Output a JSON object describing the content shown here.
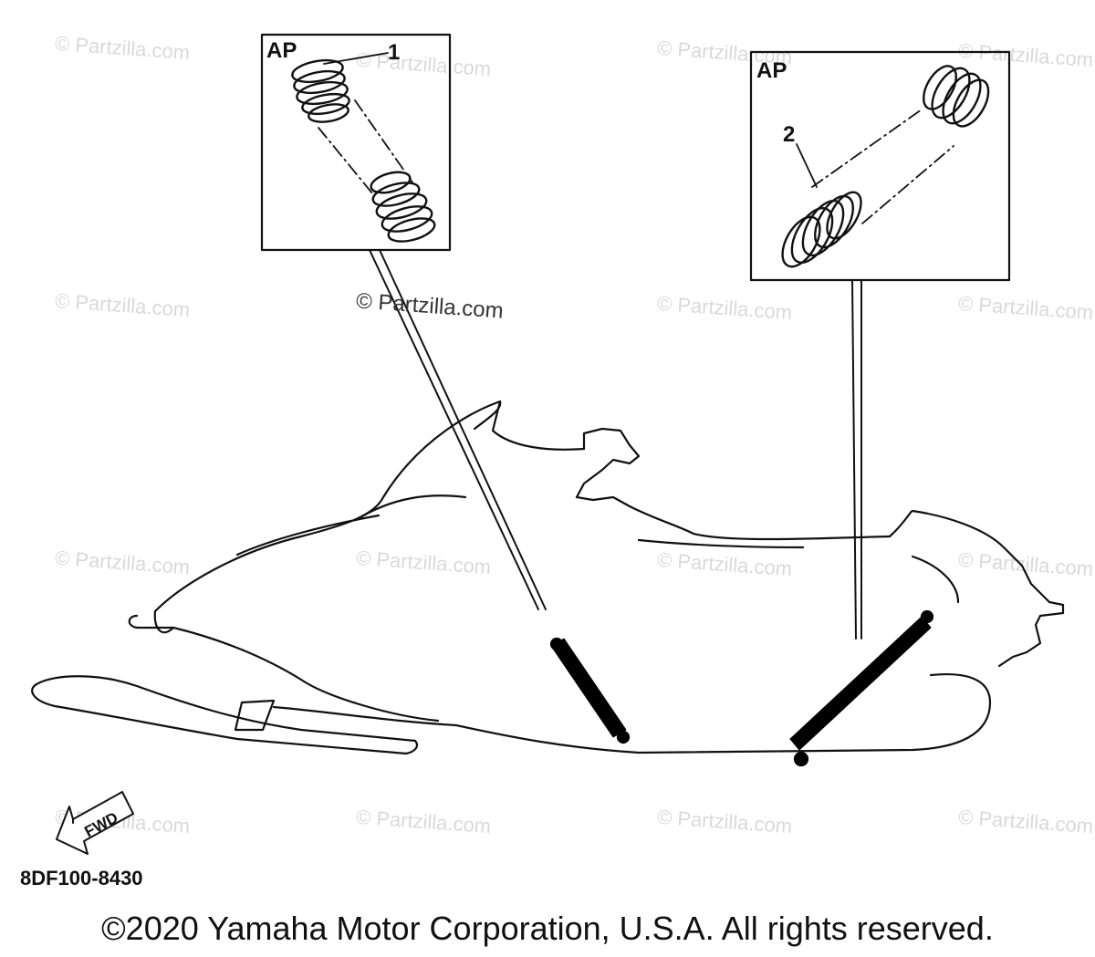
{
  "callouts": {
    "left": {
      "label": "AP",
      "ref": "1"
    },
    "right": {
      "label": "AP",
      "ref": "2"
    }
  },
  "watermark": "© Partzilla.com",
  "fwd_label": "FWD",
  "diagram_code": "8DF100-8430",
  "copyright": "©2020 Yamaha Motor Corporation, U.S.A. All rights reserved."
}
